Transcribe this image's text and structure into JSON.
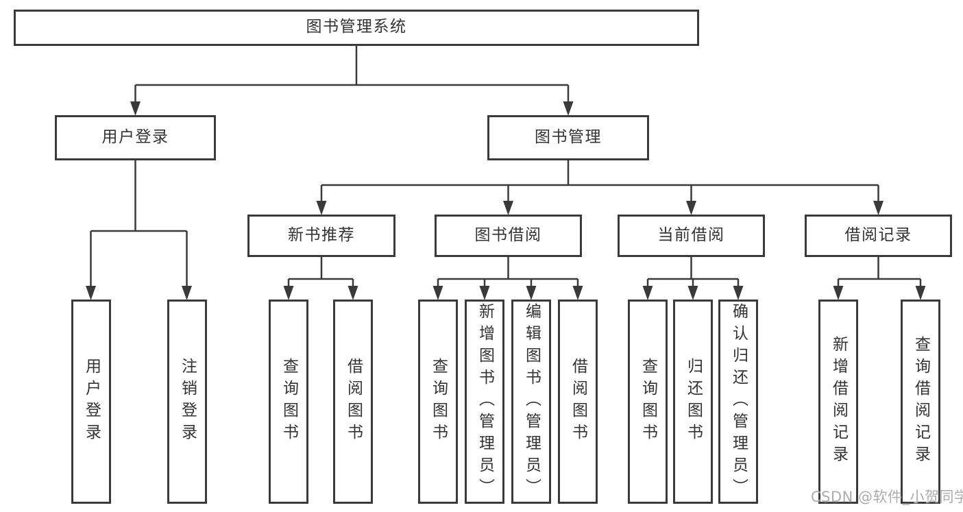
{
  "diagram_title": "图书管理系统",
  "tree": {
    "label": "图书管理系统",
    "children": [
      {
        "label": "用户登录",
        "children": [
          {
            "label": "用户登录"
          },
          {
            "label": "注销登录"
          }
        ]
      },
      {
        "label": "图书管理",
        "children": [
          {
            "label": "新书推荐",
            "children": [
              {
                "label": "查询图书"
              },
              {
                "label": "借阅图书"
              }
            ]
          },
          {
            "label": "图书借阅",
            "children": [
              {
                "label": "查询图书"
              },
              {
                "label": "新增图书（管理员）"
              },
              {
                "label": "编辑图书（管理员）"
              },
              {
                "label": "借阅图书"
              }
            ]
          },
          {
            "label": "当前借阅",
            "children": [
              {
                "label": "查询图书"
              },
              {
                "label": "归还图书"
              },
              {
                "label": "确认归还（管理员）"
              }
            ]
          },
          {
            "label": "借阅记录",
            "children": [
              {
                "label": "新增借阅记录"
              },
              {
                "label": "查询借阅记录"
              }
            ]
          }
        ]
      }
    ]
  },
  "watermark": "CSDN @软件_小贺同学",
  "colors": {
    "line": "#3a3a3a",
    "box_border": "#3a3a3a",
    "box_bg": "#ffffff",
    "text": "#333333",
    "watermark": "#acacac",
    "background": "#ffffff"
  }
}
